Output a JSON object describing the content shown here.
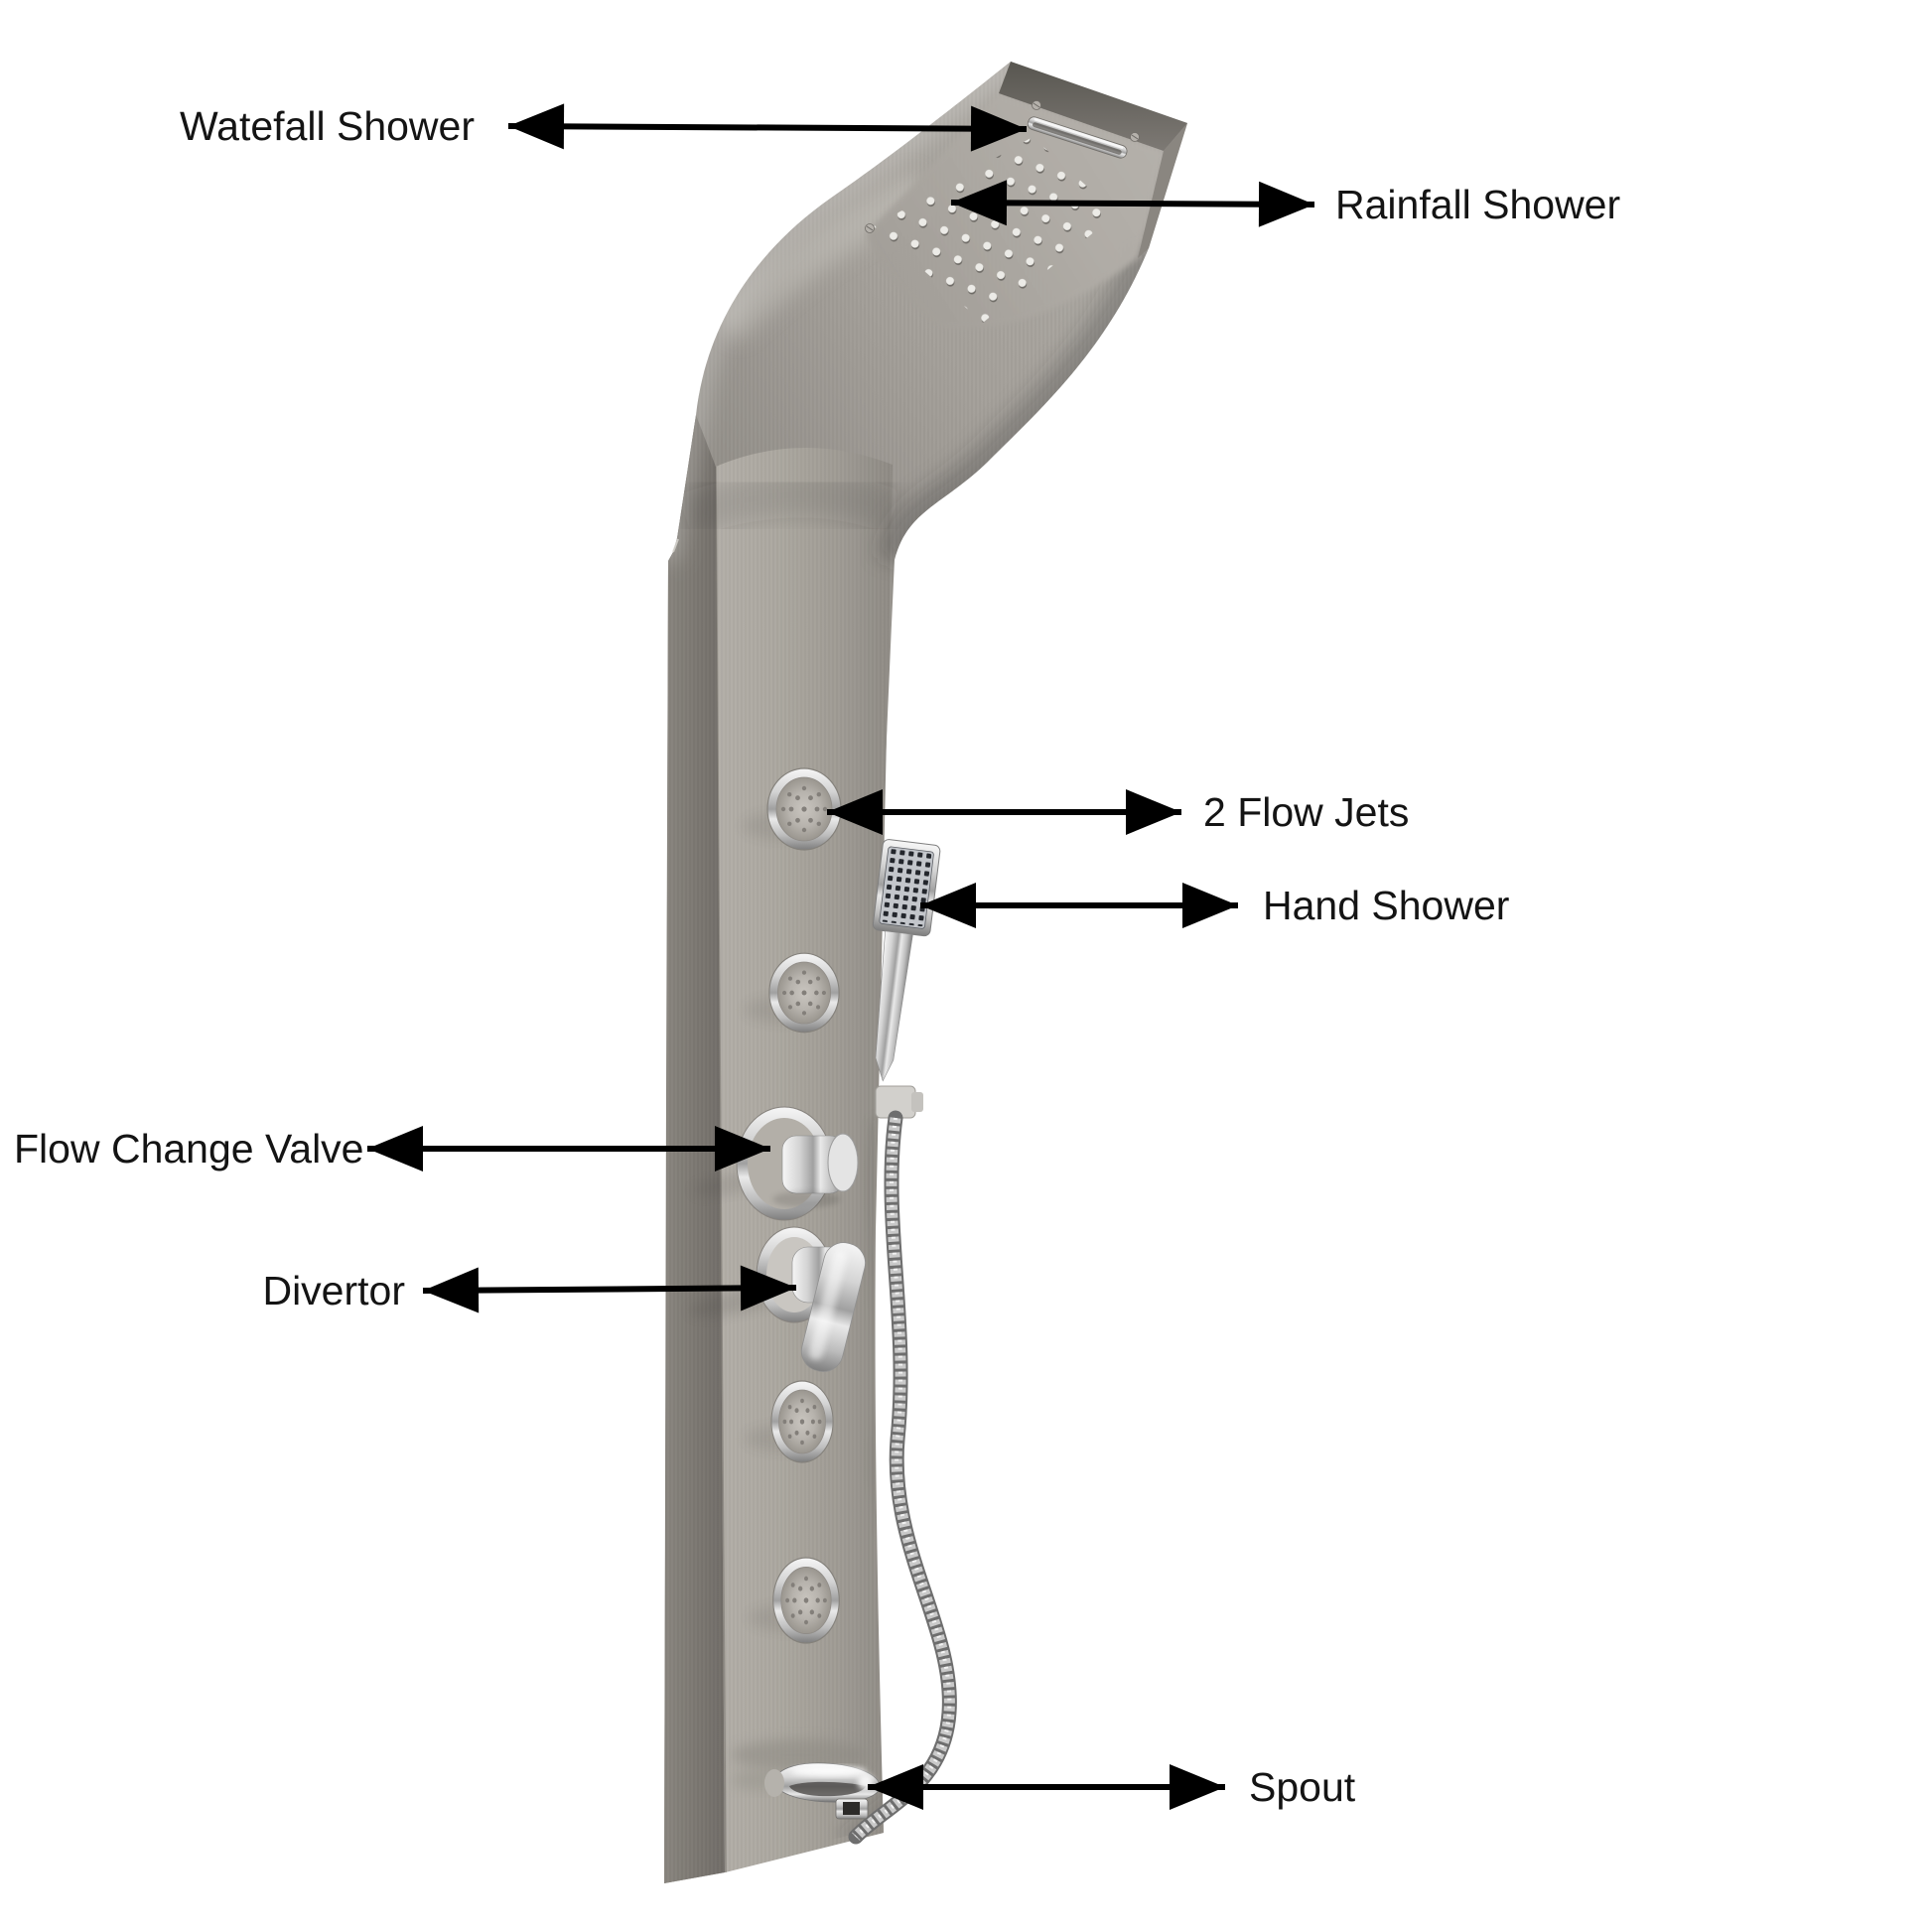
{
  "diagram": {
    "labels": {
      "waterfall": "Watefall Shower",
      "rainfall": "Rainfall Shower",
      "flow_jets": "2 Flow Jets",
      "hand_shower": "Hand Shower",
      "flow_change_valve": "Flow Change Valve",
      "divertor": "Divertor",
      "spout": "Spout"
    },
    "colors": {
      "background": "#ffffff",
      "label_text": "#141414",
      "arrow": "#000000",
      "panel_steel": "#a5a19b",
      "panel_steel_dark": "#7b7771",
      "chrome": "#d4d4d4",
      "hand_shower_dots": "#23262c"
    }
  }
}
